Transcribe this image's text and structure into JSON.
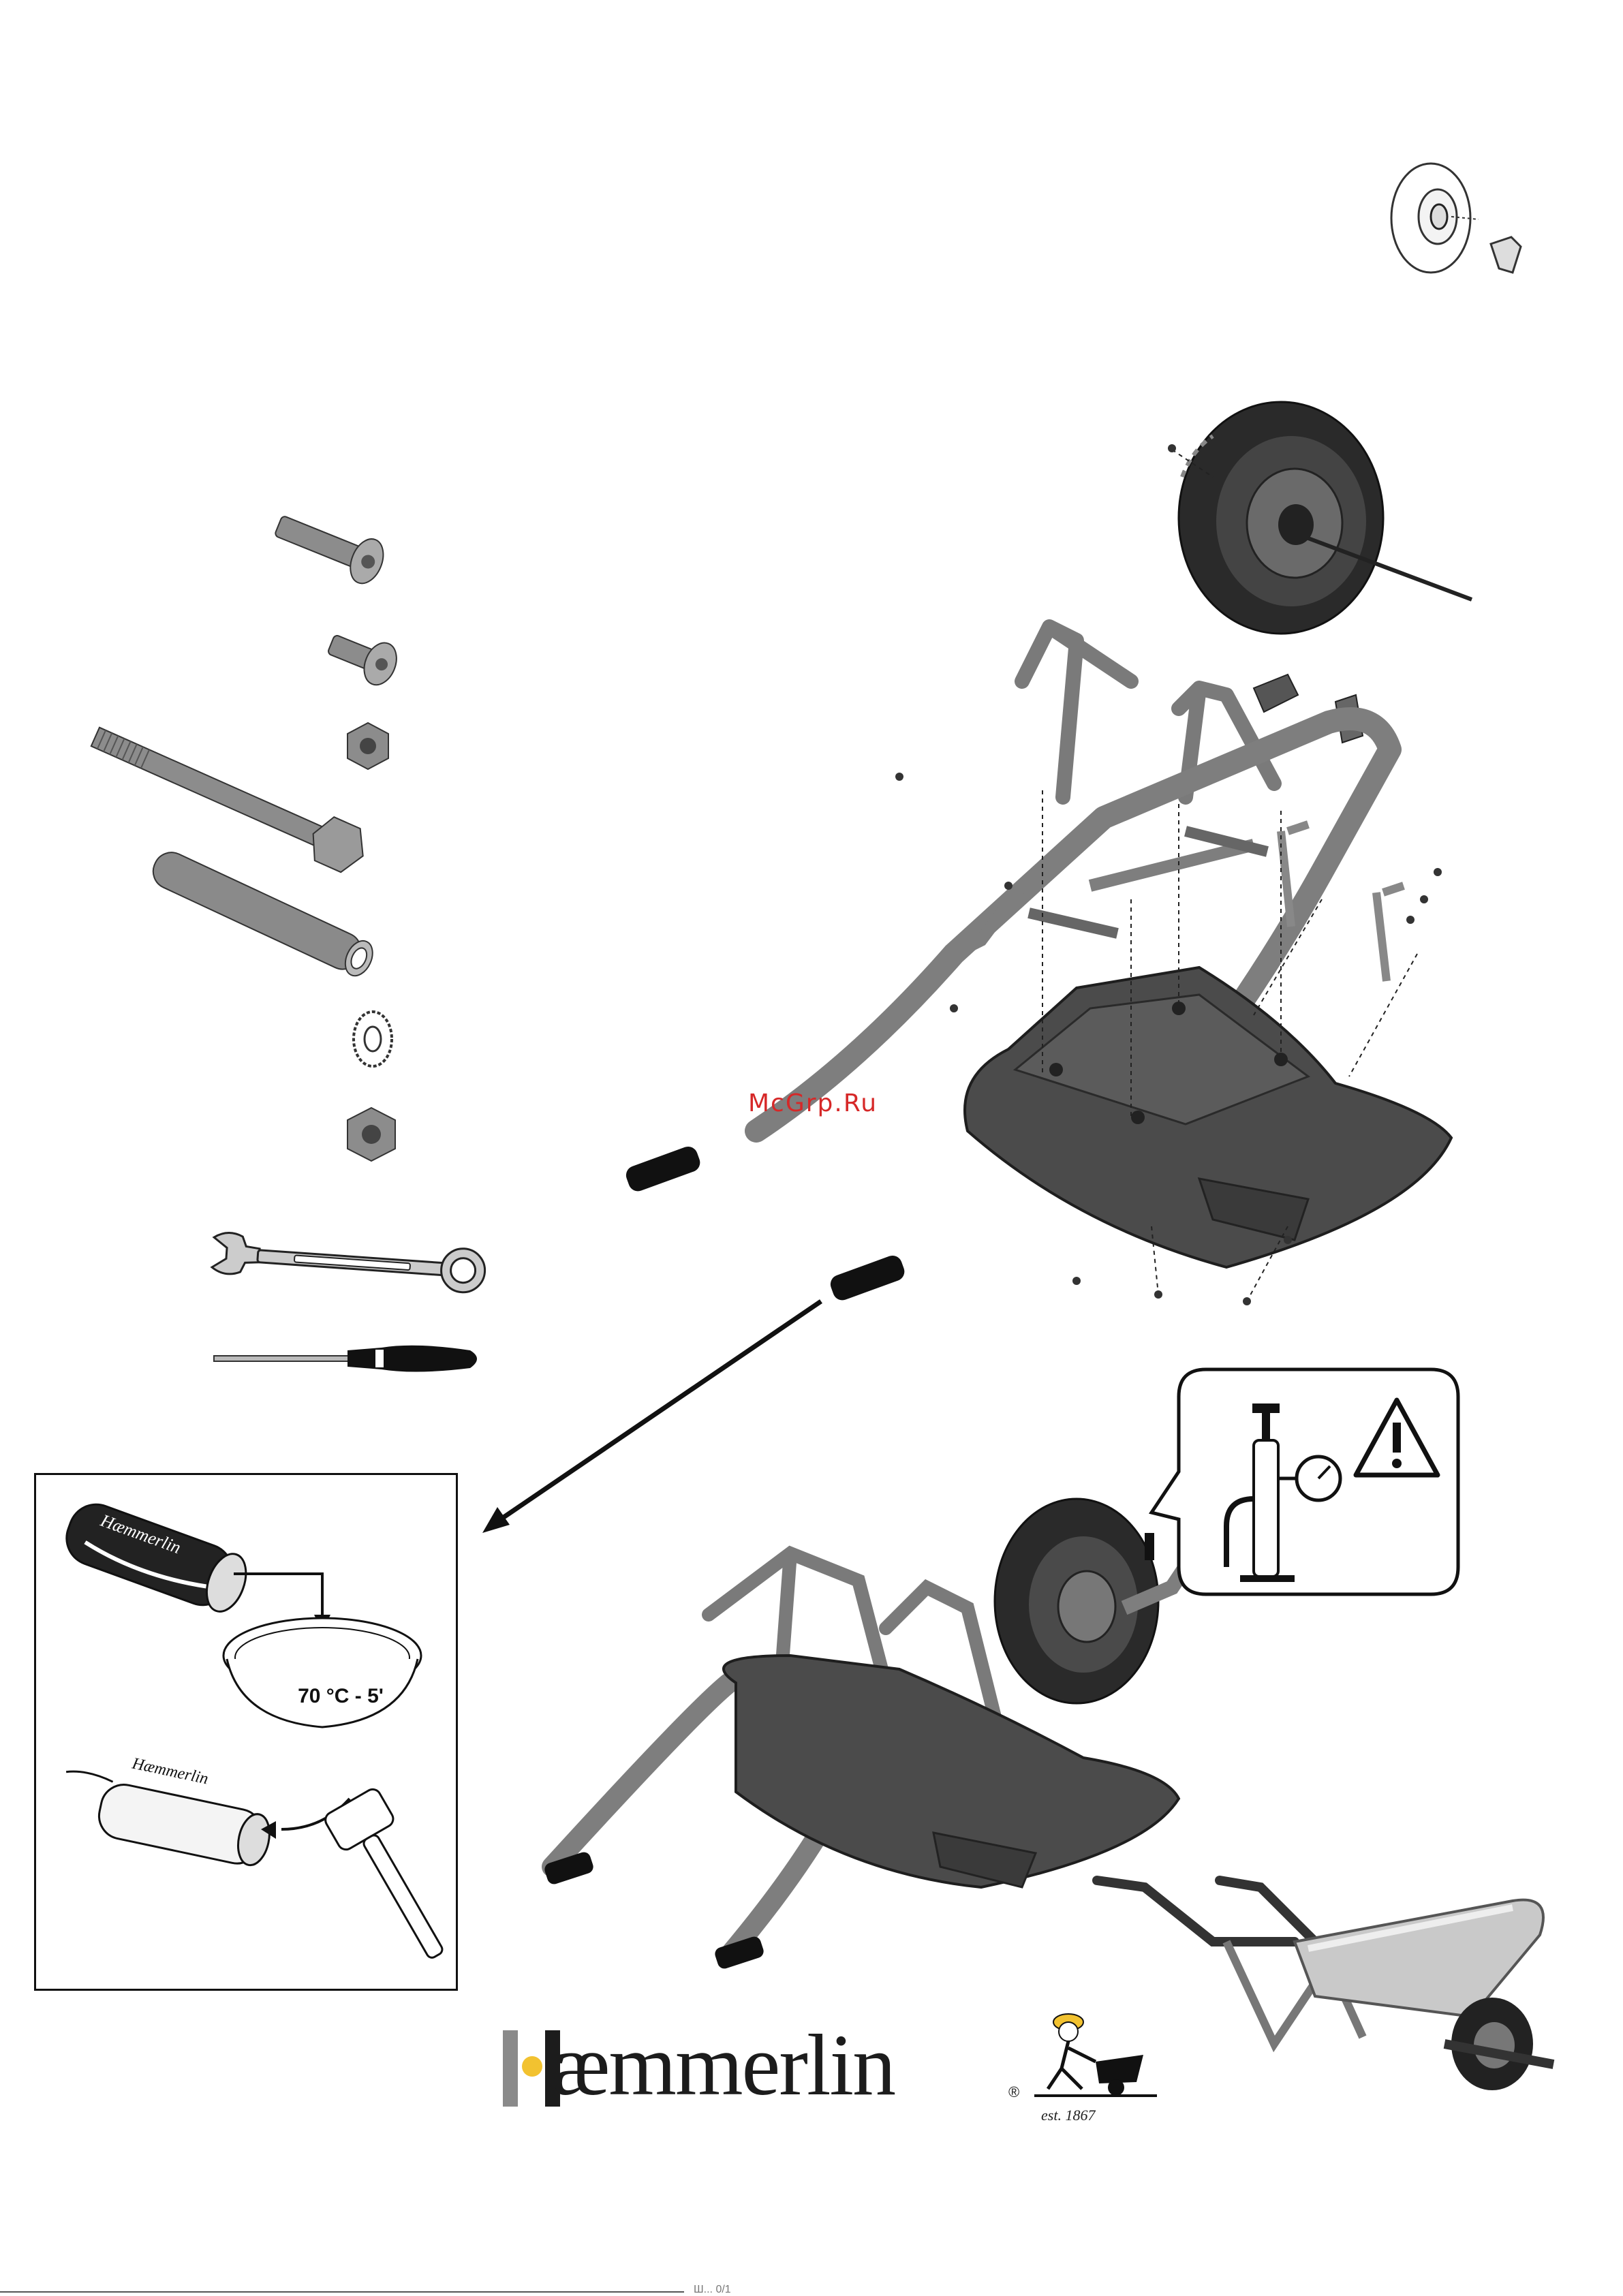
{
  "watermark": {
    "text": "McGrp.Ru"
  },
  "inset": {
    "temperature_label": "70 °C - 5'",
    "grip_brand_text": "Hæmmerlin"
  },
  "brand": {
    "name": "æmmerlin",
    "registered_mark": "®",
    "established": "est. 1867",
    "accent_color": "#f2c230",
    "logo_bar_color": "#8a8a8a"
  },
  "footer": {
    "text": "Ш... 0/1"
  },
  "icons": {
    "warning": "warning-triangle-icon",
    "pump": "tire-pump-icon",
    "gauge": "pressure-gauge-icon",
    "wrench": "wrench-icon",
    "screwdriver": "screwdriver-icon",
    "hammer": "mallet-icon"
  }
}
